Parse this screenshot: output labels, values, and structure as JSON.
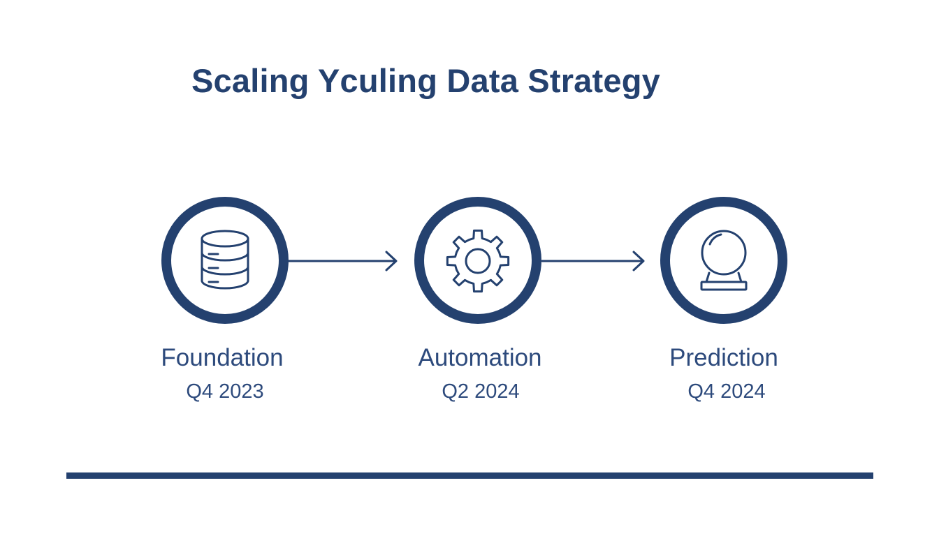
{
  "title": "Scaling Yculing Data Strategy",
  "colors": {
    "primary": "#24416f",
    "text": "#2d4a7c",
    "background": "#ffffff"
  },
  "stages": [
    {
      "label": "Foundation",
      "date": "Q4 2023",
      "icon": "database-icon"
    },
    {
      "label": "Automation",
      "date": "Q2 2024",
      "icon": "gear-icon"
    },
    {
      "label": "Prediction",
      "date": "Q4 2024",
      "icon": "crystal-ball-icon"
    }
  ]
}
